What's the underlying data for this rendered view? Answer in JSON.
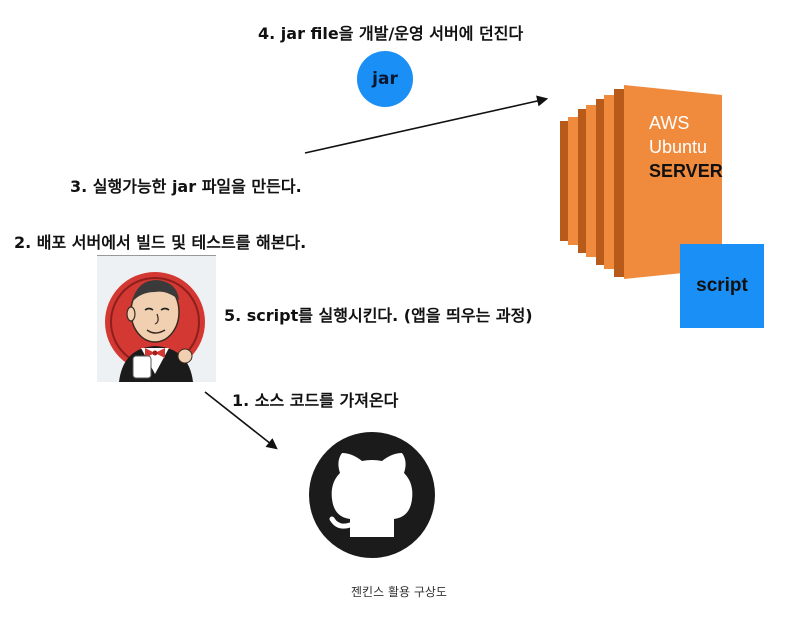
{
  "steps": {
    "step4": "4. jar file을 개발/운영 서버에 던진다",
    "step3": "3. 실행가능한 jar 파일을 만든다.",
    "step2": "2. 배포 서버에서 빌드 및 테스트를 해본다.",
    "step5": "5. script를 실행시킨다. (앱을 띄우는 과정)",
    "step1": "1. 소스 코드를 가져온다"
  },
  "nodes": {
    "jar": "jar",
    "server_line1": "AWS",
    "server_line2": "Ubuntu",
    "server_line3": "SERVER",
    "script": "script"
  },
  "caption": "젠킨스 활용 구상도",
  "icons": {
    "server": "aws-ec2-server-icon",
    "jenkins": "jenkins-butler-icon",
    "github": "github-octocat-icon"
  },
  "colors": {
    "accent_blue": "#1a8ff5",
    "server_orange": "#f08a3c",
    "server_dark": "#b85a1a",
    "jenkins_red": "#d33833",
    "github_black": "#1b1b1b"
  }
}
